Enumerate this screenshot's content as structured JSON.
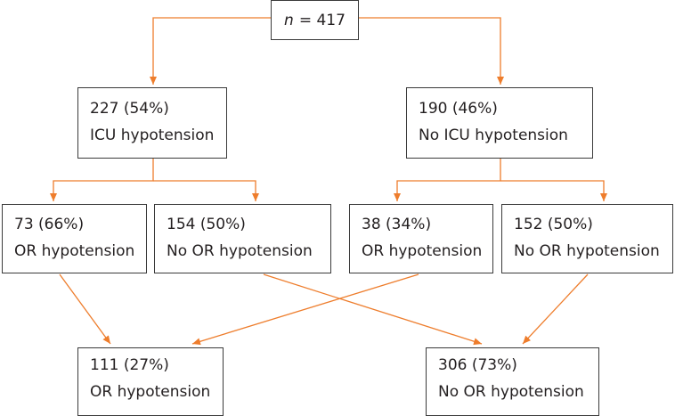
{
  "root": {
    "n_label": "n",
    "equals": "= 417"
  },
  "level1": {
    "icu": {
      "count": "227 (54%)",
      "label": "ICU hypotension"
    },
    "no_icu": {
      "count": "190 (46%)",
      "label": "No ICU hypotension"
    }
  },
  "level2": {
    "icu_or": {
      "count": "73 (66%)",
      "label": "OR hypotension"
    },
    "icu_no_or": {
      "count": "154 (50%)",
      "label": "No OR hypotension"
    },
    "no_icu_or": {
      "count": "38 (34%)",
      "label": "OR hypotension"
    },
    "no_icu_no_or": {
      "count": "152 (50%)",
      "label": "No OR hypotension"
    }
  },
  "level3": {
    "total_or": {
      "count": "111 (27%)",
      "label": "OR hypotension"
    },
    "total_no_or": {
      "count": "306 (73%)",
      "label": "No OR hypotension"
    }
  },
  "colors": {
    "arrow": "#ee7d2c",
    "border": "#3a3a3a",
    "text": "#231f20"
  }
}
